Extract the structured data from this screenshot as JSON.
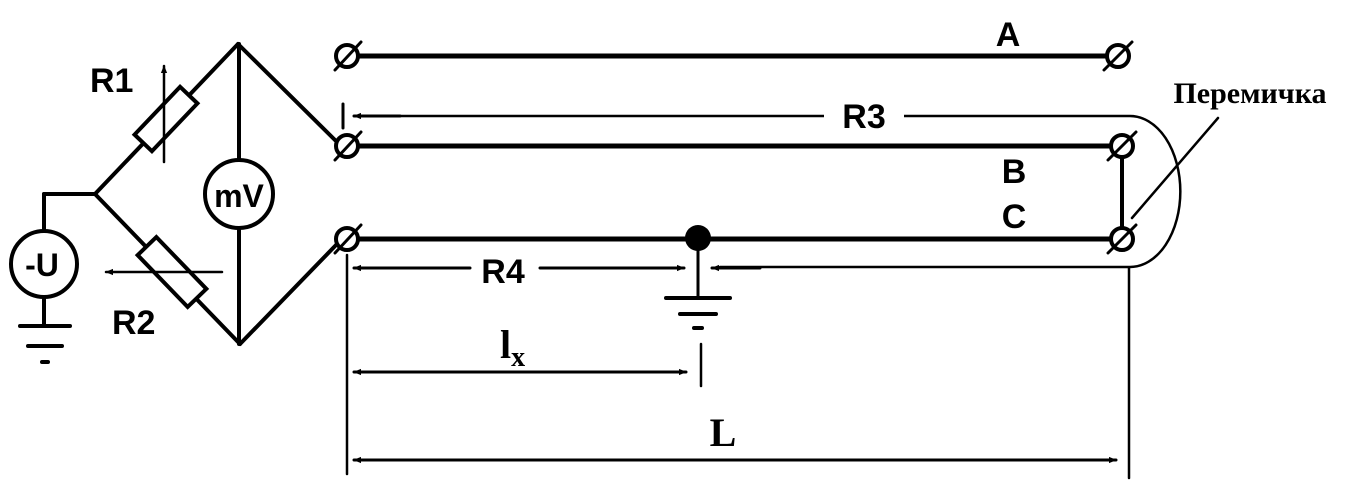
{
  "labels": {
    "r1": "R1",
    "r2": "R2",
    "r3": "R3",
    "r4": "R4",
    "mv": "mV",
    "source": "-U",
    "wire_a": "A",
    "wire_b": "B",
    "wire_c": "C",
    "jumper": "Перемичка",
    "lx_main": "l",
    "lx_sub": "x",
    "length": "L"
  },
  "colors": {
    "ink": "#000000",
    "background": "#ffffff"
  }
}
